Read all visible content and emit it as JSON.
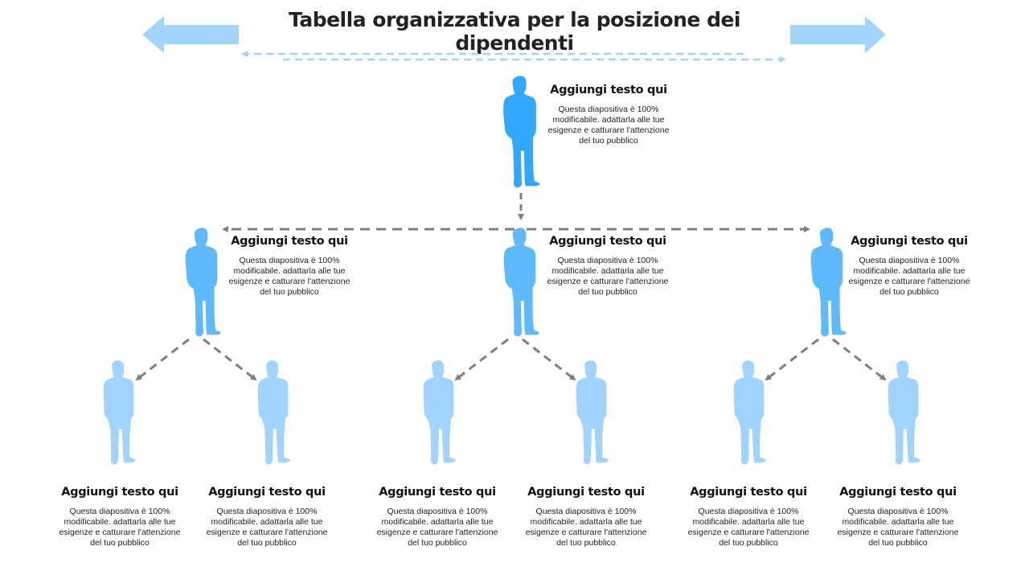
{
  "slide": {
    "title": "Tabella organizzativa per la posizione dei dipendenti",
    "colors": {
      "top_level": "#33a6ff",
      "mid_level": "#5fb9ff",
      "bottom_level": "#a0d3ff",
      "header_arrows": "#a3d4fb",
      "connector": "#7f7f7f",
      "text": "#111111"
    }
  },
  "header_arrows": {
    "left": "arrow-left",
    "right": "arrow-right"
  },
  "nodes": {
    "ceo": {
      "heading": "Aggiungi testo qui",
      "body": "Questa diapositiva è 100% modificabile. adattarla alle tue esigenze e catturare l'attenzione del tuo pubblico"
    },
    "mid": [
      {
        "heading": "Aggiungi testo qui",
        "body": "Questa diapositiva è 100% modificabile. adattarla alle tue esigenze e catturare l'attenzione del tuo pubblico"
      },
      {
        "heading": "Aggiungi testo qui",
        "body": "Questa diapositiva è 100% modificabile. adattarla alle tue esigenze e catturare l'attenzione del tuo pubblico"
      },
      {
        "heading": "Aggiungi testo qui",
        "body": "Questa diapositiva è 100% modificabile. adattarla alle tue esigenze e catturare l'attenzione del tuo pubblico"
      }
    ],
    "bottom": [
      {
        "heading": "Aggiungi testo qui",
        "body": "Questa diapositiva è 100% modificabile. adattarla alle tue esigenze e catturare l'attenzione del tuo pubblico"
      },
      {
        "heading": "Aggiungi testo qui",
        "body": "Questa diapositiva è 100% modificabile. adattarla alle tue esigenze e catturare l'attenzione del tuo pubblico"
      },
      {
        "heading": "Aggiungi testo qui",
        "body": "Questa diapositiva è 100% modificabile. adattarla alle tue esigenze e catturare l'attenzione del tuo pubblico"
      },
      {
        "heading": "Aggiungi testo qui",
        "body": "Questa diapositiva è 100% modificabile. adattarla alle tue esigenze e catturare l'attenzione del tuo pubblico"
      },
      {
        "heading": "Aggiungi testo qui",
        "body": "Questa diapositiva è 100% modificabile. adattarla alle tue esigenze e catturare l'attenzione del tuo pubblico"
      },
      {
        "heading": "Aggiungi testo qui",
        "body": "Questa diapositiva è 100% modificabile. adattarla alle tue esigenze e catturare l'attenzione del tuo pubblico"
      }
    ]
  }
}
